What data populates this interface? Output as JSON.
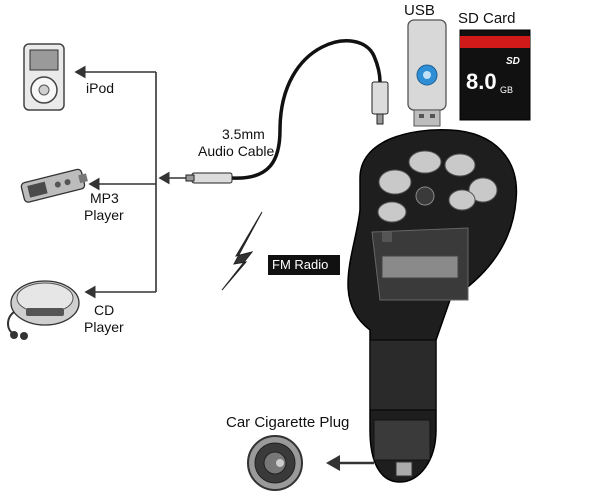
{
  "labels": {
    "usb": "USB",
    "sd_card": "SD Card",
    "sd_capacity": "8.0",
    "sd_capacity_unit": "GB",
    "sd_logo": "SD",
    "ipod": "iPod",
    "audio_cable_line1": "3.5mm",
    "audio_cable_line2": "Audio Cable",
    "mp3_line1": "MP3",
    "mp3_line2": "Player",
    "fm_radio": "FM Radio",
    "cd_line1": "CD",
    "cd_line2": "Player",
    "car_plug": "Car Cigarette Plug"
  },
  "colors": {
    "arrow": "#333333",
    "device_body": "#1e1e1e",
    "device_button": "#c9c9c9",
    "lcd": "#8a8a8a",
    "sd_body": "#111111",
    "sd_stripe": "#d01a1a",
    "usb_body": "#d8d8d8",
    "usb_accent": "#2f8fd6"
  },
  "icons": [
    "ipod-icon",
    "mp3-player-icon",
    "cd-player-icon",
    "usb-drive-icon",
    "sd-card-icon",
    "fm-transmitter-icon",
    "lightning-icon",
    "car-plug-icon",
    "audio-cable-icon"
  ]
}
